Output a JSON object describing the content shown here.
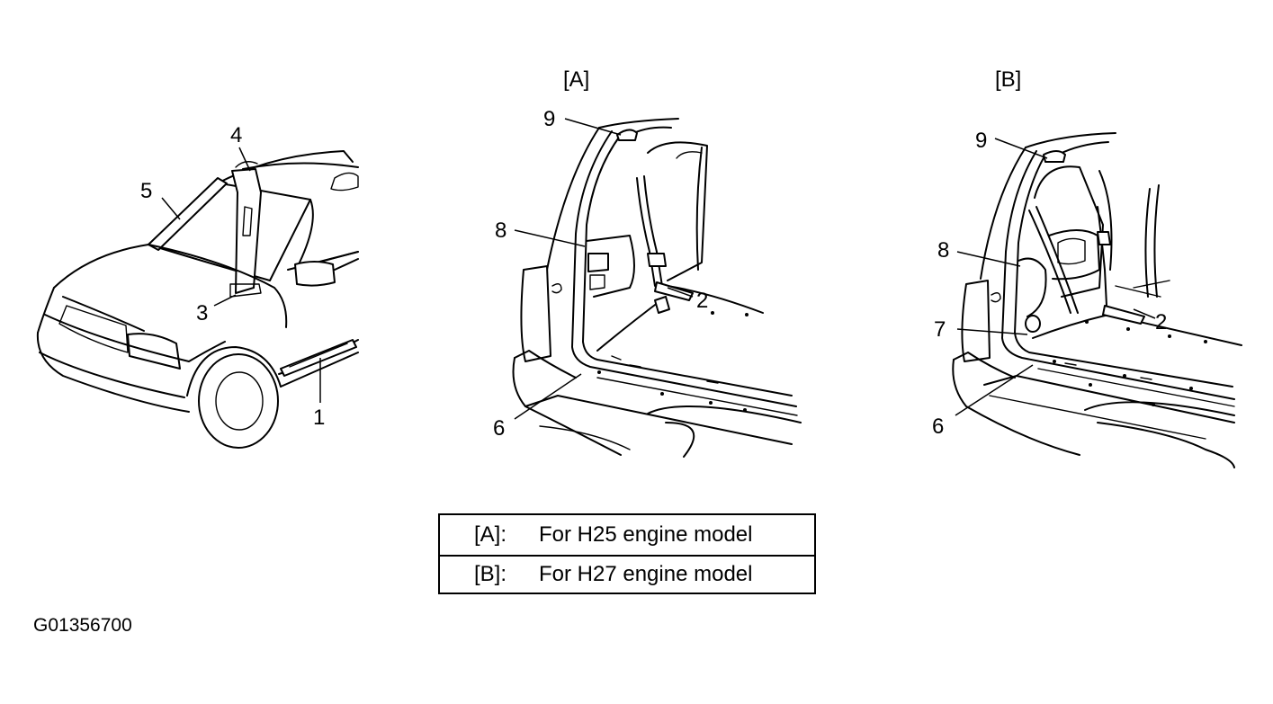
{
  "views": [
    {
      "key": "front",
      "label": ""
    },
    {
      "key": "A",
      "label": "[A]"
    },
    {
      "key": "B",
      "label": "[B]"
    }
  ],
  "callouts": {
    "front": [
      "1",
      "3",
      "4",
      "5"
    ],
    "A": [
      "2",
      "6",
      "8",
      "9"
    ],
    "B": [
      "2",
      "6",
      "7",
      "8",
      "9"
    ]
  },
  "legend": [
    {
      "key": "[A]:",
      "description": "For H25 engine model"
    },
    {
      "key": "[B]:",
      "description": "For H27 engine model"
    }
  ],
  "figure_id": "G01356700"
}
